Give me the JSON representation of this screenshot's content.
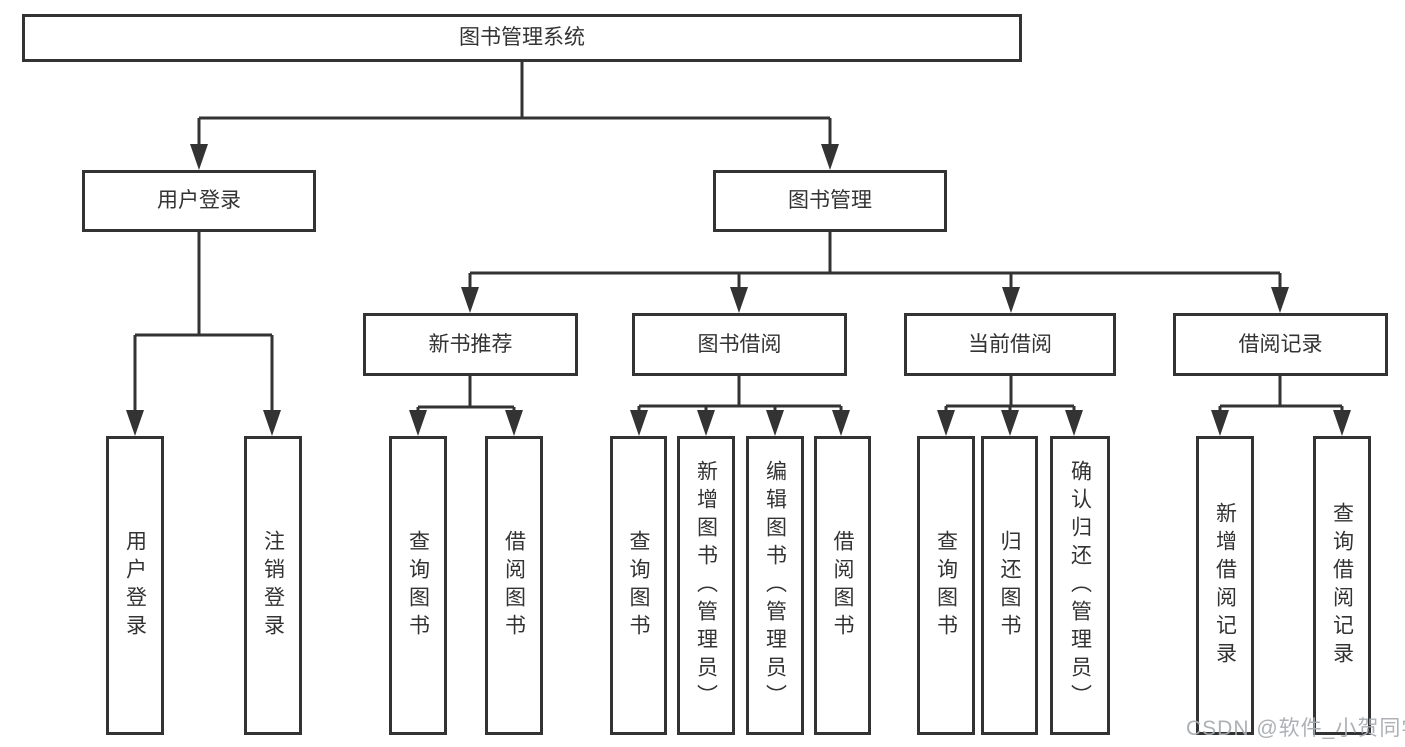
{
  "diagram": {
    "stroke_color": "#333333",
    "text_color": "#333333",
    "background_color": "#ffffff",
    "root": {
      "label": "图书管理系统"
    },
    "branches": [
      {
        "label": "用户登录",
        "children": [
          {
            "label": "用户登录"
          },
          {
            "label": "注销登录"
          }
        ]
      },
      {
        "label": "图书管理",
        "children": [
          {
            "label": "新书推荐",
            "children": [
              {
                "label": "查询图书"
              },
              {
                "label": "借阅图书"
              }
            ]
          },
          {
            "label": "图书借阅",
            "children": [
              {
                "label": "查询图书"
              },
              {
                "label": "新增图书（管理员）"
              },
              {
                "label": "编辑图书（管理员）"
              },
              {
                "label": "借阅图书"
              }
            ]
          },
          {
            "label": "当前借阅",
            "children": [
              {
                "label": "查询图书"
              },
              {
                "label": "归还图书"
              },
              {
                "label": "确认归还（管理员）"
              }
            ]
          },
          {
            "label": "借阅记录",
            "children": [
              {
                "label": "新增借阅记录"
              },
              {
                "label": "查询借阅记录"
              }
            ]
          }
        ]
      }
    ]
  },
  "watermark": {
    "text": "CSDN @软件_小贺同学",
    "color": "#a8adb2"
  }
}
